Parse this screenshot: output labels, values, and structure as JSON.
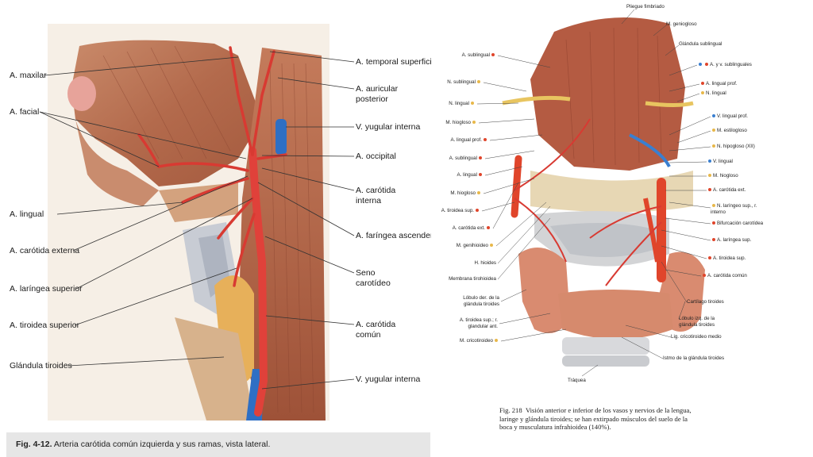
{
  "left": {
    "labels_left": [
      "A. maxilar",
      "A. facial",
      "A. lingual",
      "A. carótida externa",
      "A. laríngea superior",
      "A. tiroidea superior",
      "Glándula tiroides"
    ],
    "labels_right": [
      "A. temporal superficial",
      "A. auricular posterior",
      "V. yugular interna",
      "A. occipital",
      "A. carótida interna",
      "A. faríngea ascendente",
      "Seno carotídeo",
      "A. carótida común",
      "V. yugular interna"
    ],
    "caption_fig": "Fig. 4-12.",
    "caption_text": " Arteria carótida común izquierda y sus ramas, vista lateral."
  },
  "right": {
    "top_labels": [
      "Pliegue fimbriado",
      "M. geniogloso",
      "Glándula sublingual"
    ],
    "labels_left": [
      "A. sublingual",
      "N. sublingual",
      "N. lingual",
      "M. hiogloso",
      "A. lingual prof.",
      "A. sublingual",
      "A. lingual",
      "M. hiogloso",
      "A. tiroidea sup.",
      "A. carótida ext.",
      "M. genihioideo",
      "H. hioides",
      "Membrana tirohioidea",
      "Lóbulo der. de la glándula tiroides",
      "A. tiroidea sup.; r. glandular ant.",
      "M. cricotiroideo"
    ],
    "labels_right": [
      "A. y v. sublinguales",
      "A. lingual prof.",
      "N. lingual",
      "V. lingual prof.",
      "M. estilogloso",
      "N. hipogloso (XII)",
      "V. lingual",
      "M. hiogloso",
      "A. carótida ext.",
      "N. laríngeo sup., r. interno",
      "Bifurcación carotídea",
      "A. laríngea sup.",
      "A. tiroidea sup.",
      "A. carótida común",
      "Cartílago tiroides",
      "Lóbulo izq. de la glándula tiroides",
      "Lig. cricotiroideo medio",
      "Istmo de la glándula tiroides"
    ],
    "bottom_label": "Tráquea",
    "caption_fig": "Fig. 218",
    "caption_text": "Visión anterior e inferior de los vasos y nervios de la lengua, laringe y glándula tiroides; se han extirpado músculos del suelo de la boca y musculatura infrahioidea (140%).",
    "colors": {
      "artery": "#e0452b",
      "nerve": "#e8b84a",
      "vein": "#3a7fd0",
      "muscle": "#b9563f"
    }
  }
}
